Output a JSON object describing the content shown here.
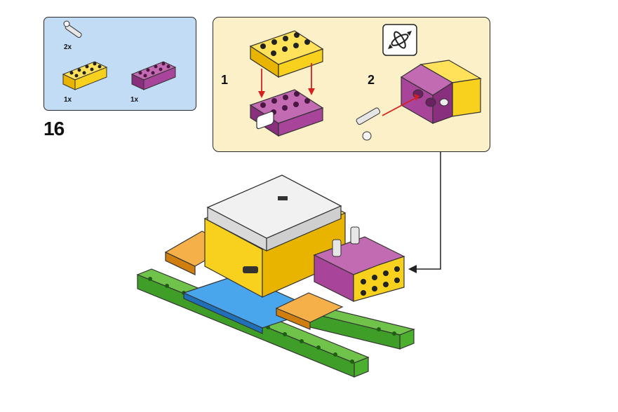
{
  "page": {
    "step_number": "16"
  },
  "parts_list": {
    "items": [
      {
        "name": "axle-pin",
        "quantity": "2x",
        "color": "#d8d8d8"
      },
      {
        "name": "yellow-brick-2x4",
        "quantity": "1x",
        "color": "#f7d11e"
      },
      {
        "name": "magenta-brick-2x4",
        "quantity": "1x",
        "color": "#a8459a"
      }
    ]
  },
  "sub_steps": [
    {
      "number": "1"
    },
    {
      "number": "2"
    }
  ],
  "icons": {
    "rotate": "rotate-model-icon"
  },
  "colors": {
    "parts_panel_bg": "#c3dcf5",
    "substep_panel_bg": "#fbf0c8",
    "yellow": "#f7d11e",
    "magenta": "#a8459a",
    "green": "#4caf2e",
    "blue": "#2f8fd8",
    "orange": "#f29b1d",
    "hub_white": "#f1f1f1",
    "arrow_red": "#d62020"
  }
}
